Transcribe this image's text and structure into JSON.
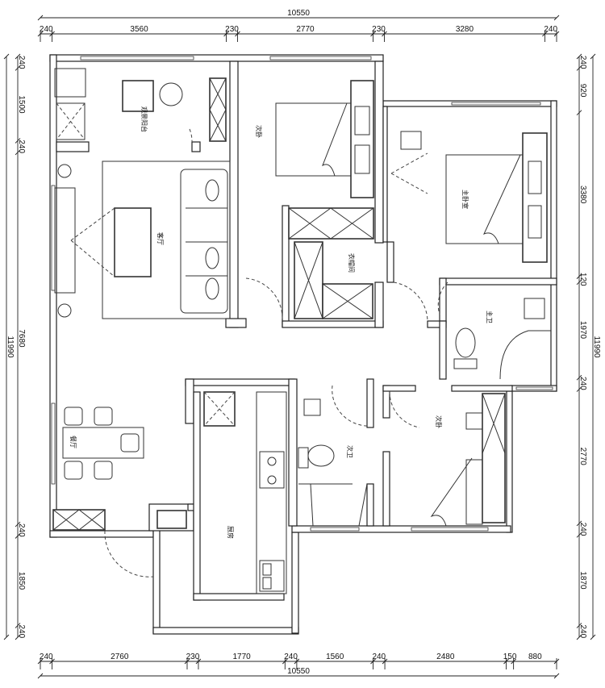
{
  "plan": {
    "total_width_mm": 10550,
    "total_height_mm": 11990,
    "top_dims": [
      240,
      3560,
      230,
      2770,
      230,
      3280,
      240
    ],
    "bottom_dims": [
      240,
      2760,
      230,
      1770,
      240,
      1560,
      240,
      2480,
      150,
      880
    ],
    "left_dims": [
      240,
      1500,
      240,
      7680,
      240,
      1850,
      240
    ],
    "right_dims": [
      240,
      920,
      3380,
      120,
      1970,
      240,
      2770,
      240,
      1870,
      240
    ],
    "total_width_label": "10550",
    "total_height_label": "11990"
  },
  "rooms": {
    "balcony": "观景阳台",
    "living": "客厅",
    "bedroom2": "次卧",
    "closet": "衣帽间",
    "master": "主卧室",
    "master_bath": "主卫",
    "bath2": "次卫",
    "bedroom3": "次卧",
    "kitchen": "厨房",
    "dining": "餐厅"
  }
}
